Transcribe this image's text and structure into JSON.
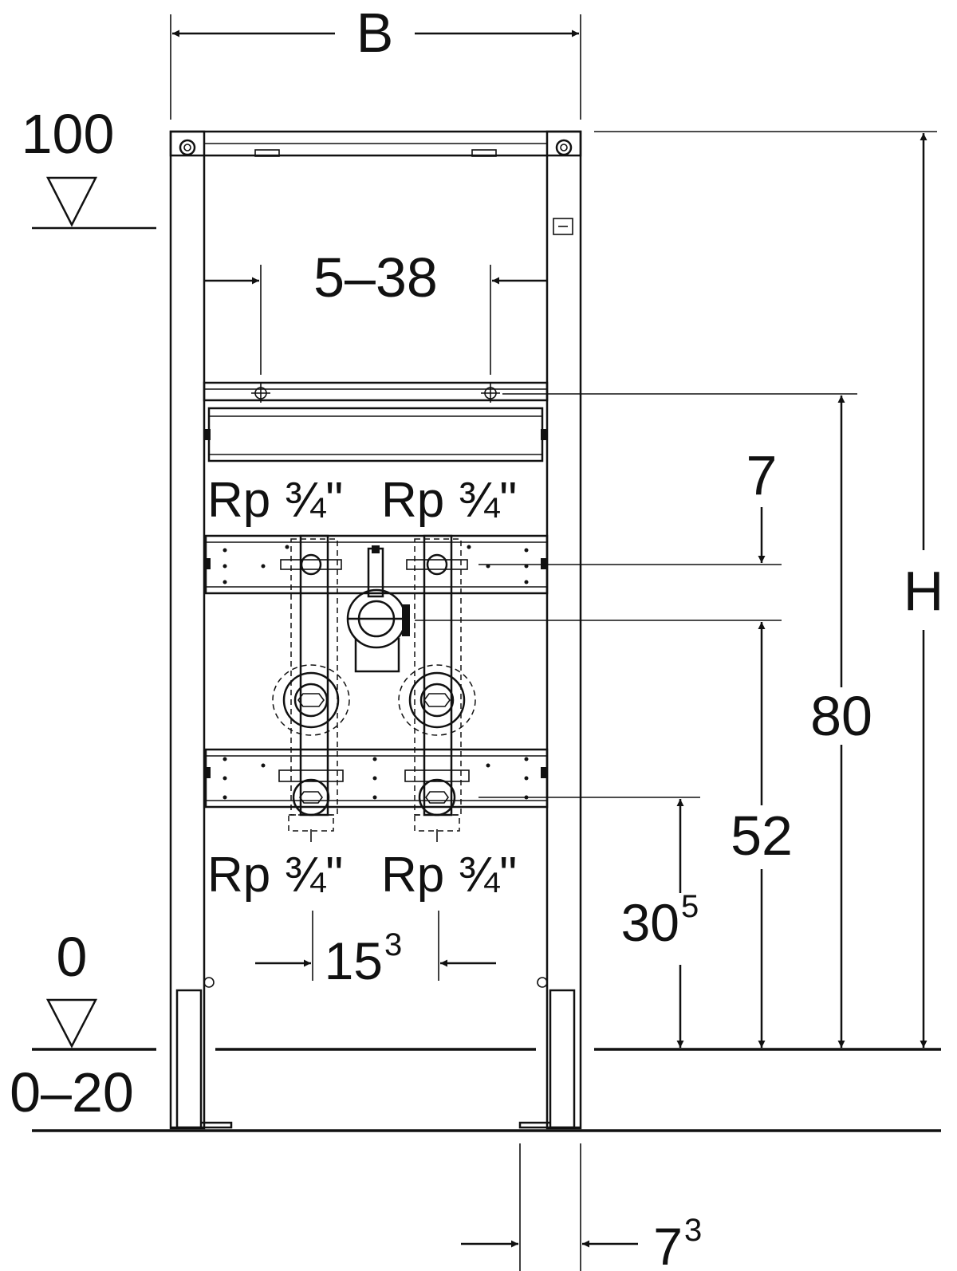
{
  "dimensions": {
    "width_label": "B",
    "height_label": "H",
    "level_top": "100",
    "level_floor": "0",
    "floor_range": "0–20",
    "inner_width": "5–38",
    "height_80": "80",
    "height_52": "52",
    "height_30_base": "30",
    "height_30_sup": "5",
    "spacing_15_base": "15",
    "spacing_15_sup": "3",
    "spacing_7_top": "7",
    "foot_7_base": "7",
    "foot_7_sup": "3"
  },
  "connections": {
    "upper_left": "Rp ¾\"",
    "upper_right": "Rp ¾\"",
    "lower_left": "Rp ¾\"",
    "lower_right": "Rp ¾\""
  }
}
